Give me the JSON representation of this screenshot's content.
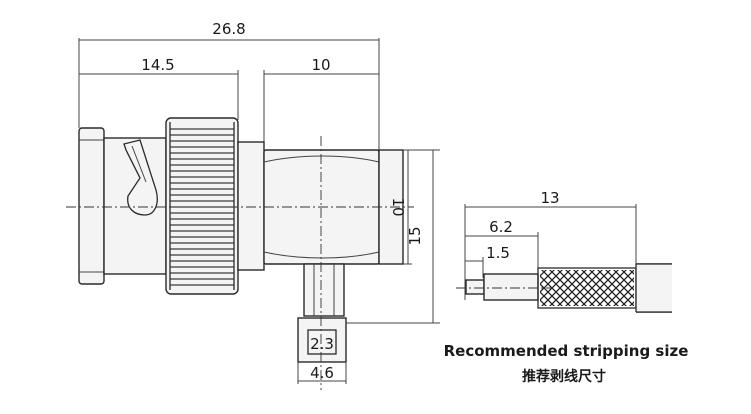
{
  "dimensions": {
    "overall_length": "26.8",
    "bayonet_length": "14.5",
    "body_length": "10",
    "body_height": "10",
    "total_height": "15",
    "pin_hole": "2.3",
    "pin_width": "4.6",
    "strip_total": "13",
    "strip_jacket": "6.2",
    "strip_conductor": "1.5"
  },
  "captions": {
    "english": "Recommended stripping size",
    "chinese": "推荐剥线尺寸"
  },
  "colors": {
    "line": "#2a2a2a",
    "fill": "#f4f4f4"
  }
}
